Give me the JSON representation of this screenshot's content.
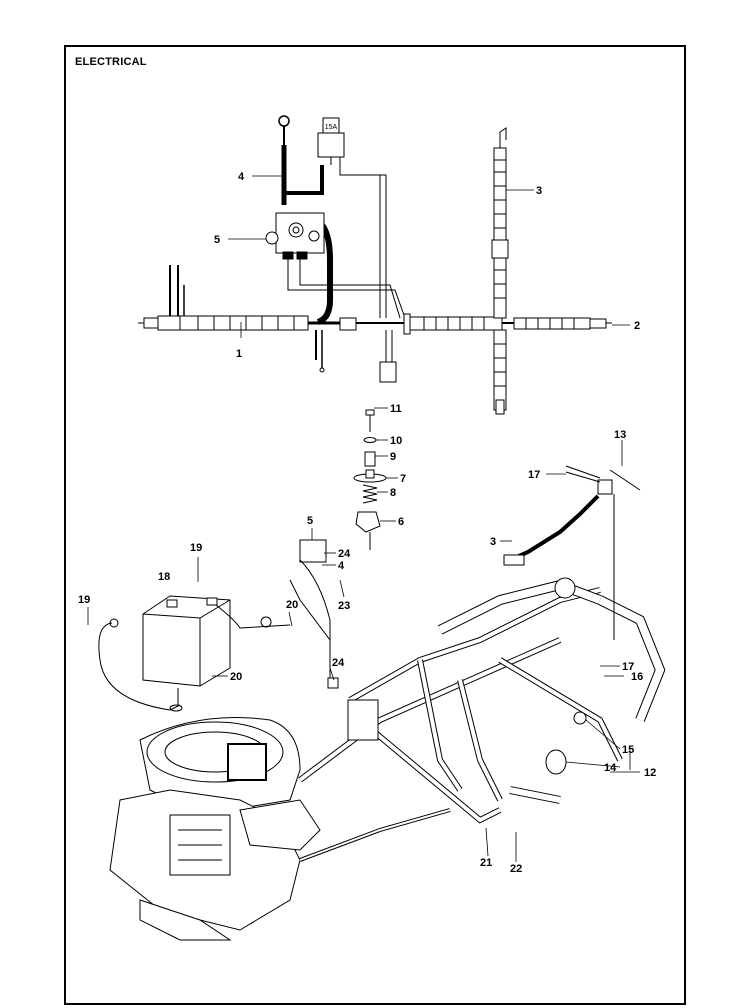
{
  "title": "ELECTRICAL",
  "fuse_label": "15A",
  "callouts": [
    {
      "id": "c1",
      "label": "1"
    },
    {
      "id": "c2",
      "label": "2"
    },
    {
      "id": "c3a",
      "label": "3"
    },
    {
      "id": "c4a",
      "label": "4"
    },
    {
      "id": "c5a",
      "label": "5"
    },
    {
      "id": "c11",
      "label": "11"
    },
    {
      "id": "c10",
      "label": "10"
    },
    {
      "id": "c9",
      "label": "9"
    },
    {
      "id": "c7",
      "label": "7"
    },
    {
      "id": "c8",
      "label": "8"
    },
    {
      "id": "c6",
      "label": "6"
    },
    {
      "id": "c13",
      "label": "13"
    },
    {
      "id": "c17a",
      "label": "17"
    },
    {
      "id": "c3b",
      "label": "3"
    },
    {
      "id": "c5b",
      "label": "5"
    },
    {
      "id": "c24a",
      "label": "24"
    },
    {
      "id": "c4b",
      "label": "4"
    },
    {
      "id": "c23",
      "label": "23"
    },
    {
      "id": "c19a",
      "label": "19"
    },
    {
      "id": "c18",
      "label": "18"
    },
    {
      "id": "c19b",
      "label": "19"
    },
    {
      "id": "c20a",
      "label": "20"
    },
    {
      "id": "c20b",
      "label": "20"
    },
    {
      "id": "c24b",
      "label": "24"
    },
    {
      "id": "c17b",
      "label": "17"
    },
    {
      "id": "c16",
      "label": "16"
    },
    {
      "id": "c15",
      "label": "15"
    },
    {
      "id": "c14",
      "label": "14"
    },
    {
      "id": "c12",
      "label": "12"
    },
    {
      "id": "c21",
      "label": "21"
    },
    {
      "id": "c22",
      "label": "22"
    }
  ]
}
